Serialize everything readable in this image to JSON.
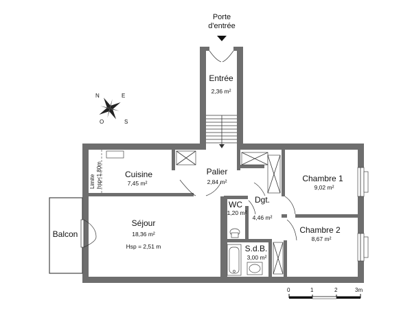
{
  "entrance": {
    "line1": "Porte",
    "line2": "d'entrée"
  },
  "compass": {
    "n": "N",
    "e": "E",
    "s": "S",
    "o": "O"
  },
  "rooms": {
    "entree": {
      "name": "Entrée",
      "area": "2,36 m²"
    },
    "cuisine": {
      "name": "Cuisine",
      "area": "7,45 m²"
    },
    "palier": {
      "name": "Palier",
      "area": "2,84 m²"
    },
    "chambre1": {
      "name": "Chambre 1",
      "area": "9,02 m²"
    },
    "sejour": {
      "name": "Séjour",
      "area": "18,36 m²",
      "extra": "Hsp = 2,51 m"
    },
    "wc": {
      "name": "WC",
      "area": "1,20 m²"
    },
    "dgt": {
      "name": "Dgt.",
      "area": "4,46 m²"
    },
    "chambre2": {
      "name": "Chambre 2",
      "area": "8,67 m²"
    },
    "sdb": {
      "name": "S.d.B.",
      "area": "3,00 m²"
    },
    "balcon": {
      "name": "Balcon"
    }
  },
  "limite": {
    "line1": "Limite",
    "line2": "hsp<1,80m"
  },
  "scale": {
    "ticks": [
      "0",
      "1",
      "2",
      "3m"
    ]
  }
}
